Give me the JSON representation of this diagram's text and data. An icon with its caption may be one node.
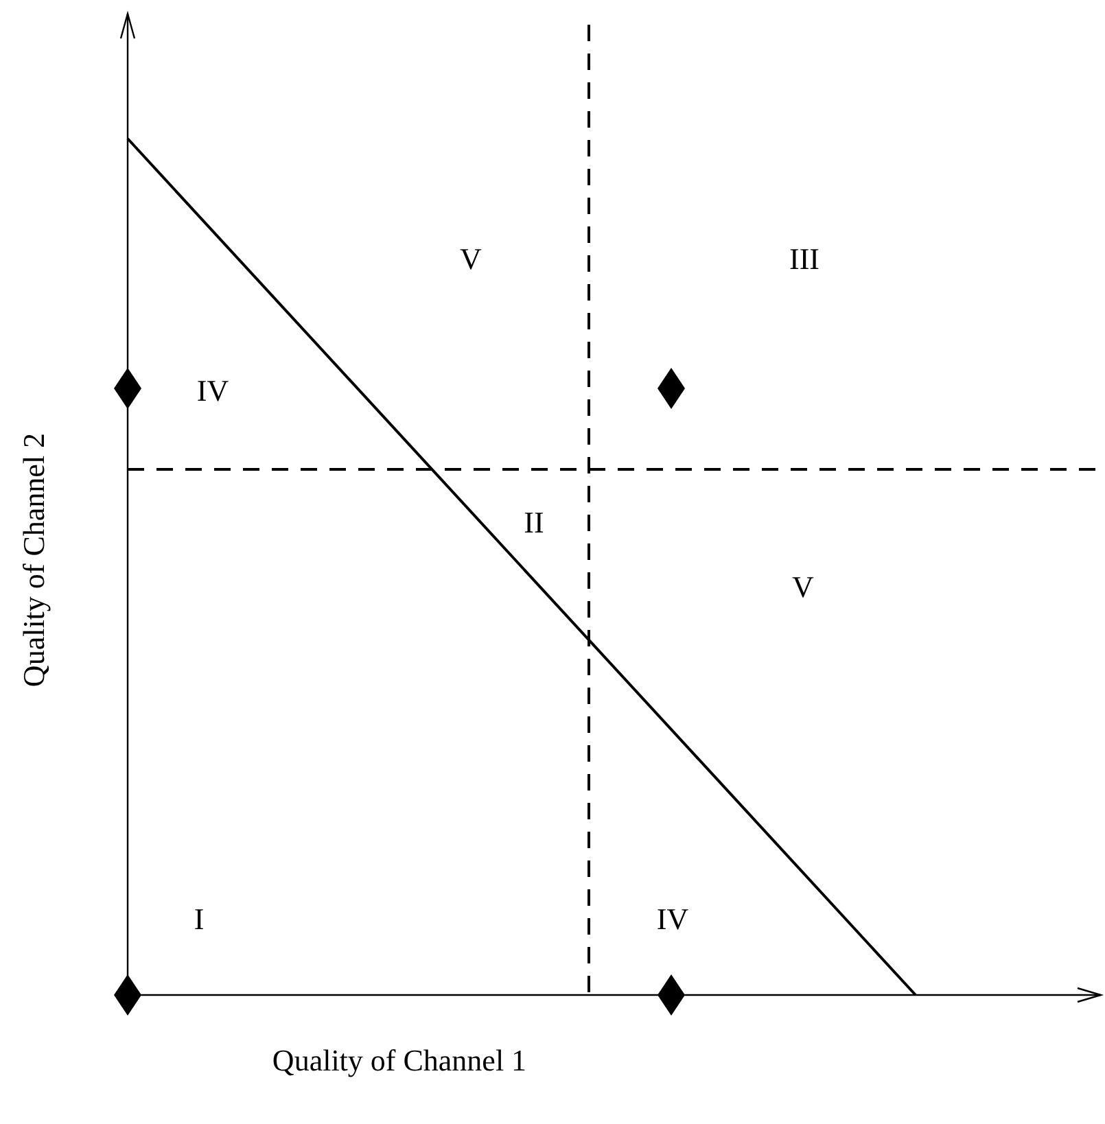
{
  "diagram": {
    "labels": [
      "V",
      "III",
      "IV",
      "II",
      "V",
      "I",
      "IV",
      "Quality of Channel 2",
      "Quality of Channel 1"
    ]
  }
}
